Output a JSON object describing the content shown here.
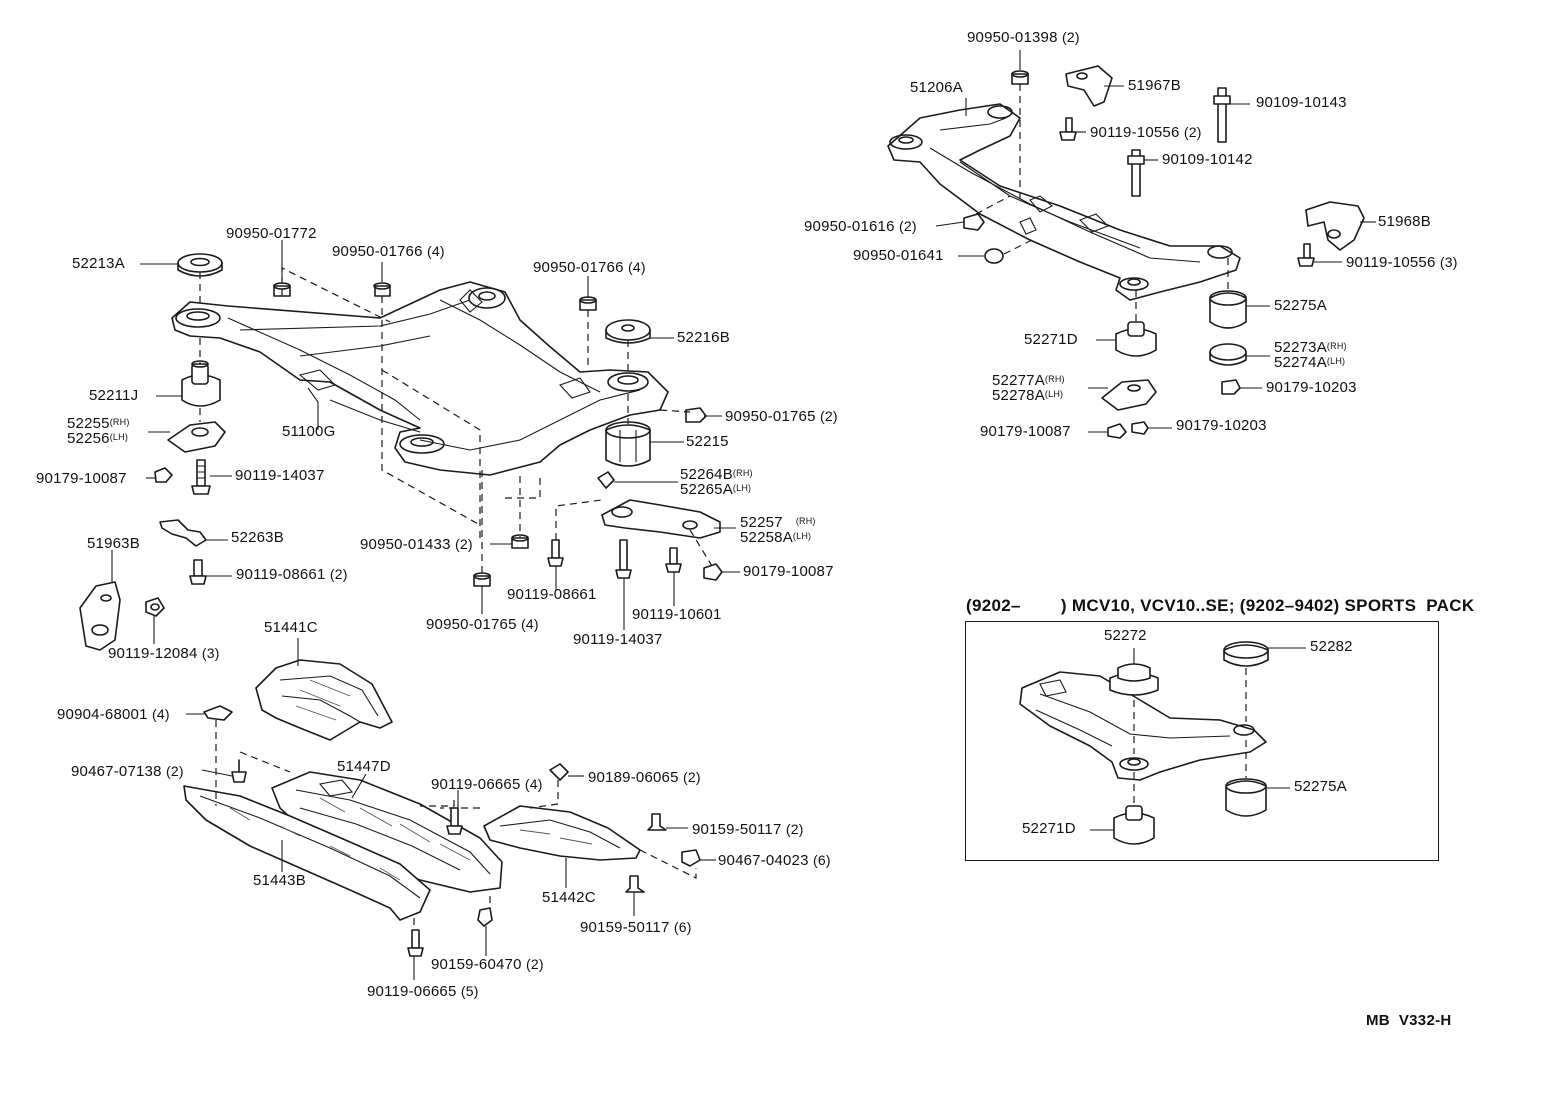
{
  "parts": {
    "p52213A": "52213A",
    "p90950_01772": "90950-01772",
    "p90950_01766a": "90950-01766",
    "p90950_01766a_qty": "(4)",
    "p90950_01766b": "90950-01766",
    "p90950_01766b_qty": "(4)",
    "p52216B": "52216B",
    "p52211J": "52211J",
    "p51100G": "51100G",
    "p90950_01765a": "90950-01765",
    "p90950_01765a_qty": "(2)",
    "p52255": "52255",
    "p52255_side": "(RH)",
    "p52256": "52256",
    "p52256_side": "(LH)",
    "p52215": "52215",
    "p90179_10087a": "90179-10087",
    "p90119_14037a": "90119-14037",
    "p52264B": "52264B",
    "p52264B_side": "(RH)",
    "p52265A": "52265A",
    "p52265A_side": "(LH)",
    "p51963B": "51963B",
    "p52263B": "52263B",
    "p52257": "52257",
    "p52257_side": "(RH)",
    "p52258A": "52258A",
    "p52258A_side": "(LH)",
    "p90950_01433": "90950-01433",
    "p90950_01433_qty": "(2)",
    "p90119_08661a": "90119-08661",
    "p90119_08661a_qty": "(2)",
    "p90179_10087b": "90179-10087",
    "p90119_08661b": "90119-08661",
    "p90119_10601": "90119-10601",
    "p90119_12084": "90119-12084",
    "p90119_12084_qty": "(3)",
    "p90950_01765b": "90950-01765",
    "p90950_01765b_qty": "(4)",
    "p90119_14037b": "90119-14037",
    "p51441C": "51441C",
    "p90904_68001": "90904-68001",
    "p90904_68001_qty": "(4)",
    "p90467_07138": "90467-07138",
    "p90467_07138_qty": "(2)",
    "p51447D": "51447D",
    "p90119_06665a": "90119-06665",
    "p90119_06665a_qty": "(4)",
    "p90189_06065": "90189-06065",
    "p90189_06065_qty": "(2)",
    "p90159_50117a": "90159-50117",
    "p90159_50117a_qty": "(2)",
    "p90467_04023": "90467-04023",
    "p90467_04023_qty": "(6)",
    "p51443B": "51443B",
    "p51442C": "51442C",
    "p90159_50117b": "90159-50117",
    "p90159_50117b_qty": "(6)",
    "p90159_60470": "90159-60470",
    "p90159_60470_qty": "(2)",
    "p90119_06665b": "90119-06665",
    "p90119_06665b_qty": "(5)",
    "p90950_01398": "90950-01398",
    "p90950_01398_qty": "(2)",
    "p51206A": "51206A",
    "p51967B": "51967B",
    "p90109_10143": "90109-10143",
    "p90119_10556a": "90119-10556",
    "p90119_10556a_qty": "(2)",
    "p90109_10142": "90109-10142",
    "p90950_01616": "90950-01616",
    "p90950_01616_qty": "(2)",
    "p51968B": "51968B",
    "p90950_01641": "90950-01641",
    "p90119_10556b": "90119-10556",
    "p90119_10556b_qty": "(3)",
    "p52275A_top": "52275A",
    "p52271D_top": "52271D",
    "p52273A": "52273A",
    "p52273A_side": "(RH)",
    "p52274A": "52274A",
    "p52274A_side": "(LH)",
    "p52277A": "52277A",
    "p52277A_side": "(RH)",
    "p52278A": "52278A",
    "p52278A_side": "(LH)",
    "p90179_10203a": "90179-10203",
    "p90179_10087c": "90179-10087",
    "p90179_10203b": "90179-10203",
    "p52272": "52272",
    "p52282": "52282",
    "p52275A_box": "52275A",
    "p52271D_box": "52271D"
  },
  "variant_note": "(9202–        ) MCV10, VCV10..SE; (9202–9402) SPORTS  PACK",
  "figure_code": "MB  V332-H"
}
